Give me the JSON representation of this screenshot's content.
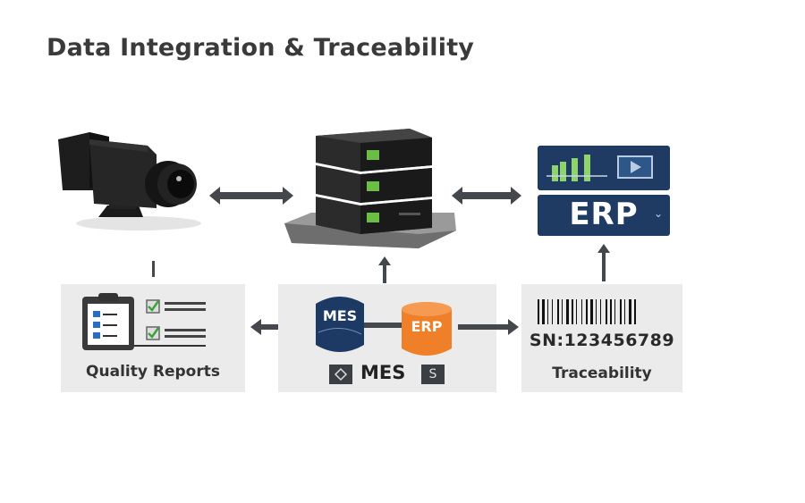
{
  "title": "Data Integration & Traceability",
  "nodes": {
    "camera": {
      "icon": "industrial-camera-icon"
    },
    "server": {
      "icon": "server-stack-icon"
    },
    "erp_dashboard": {
      "icon": "erp-dashboard-icon",
      "label": "ERP"
    }
  },
  "panels": {
    "quality_reports": {
      "label": "Quality Reports",
      "icon": "clipboard-checklist-icon"
    },
    "mes": {
      "label": "MES",
      "db_left": "MES",
      "db_right": "ERP",
      "badge_left_icon": "diamond-icon",
      "badge_right": "S"
    },
    "traceability": {
      "label": "Traceability",
      "serial": "SN:123456789",
      "icon": "barcode-icon"
    }
  },
  "colors": {
    "title": "#3a3a3a",
    "panel_bg": "#ebebeb",
    "arrow": "#44474c",
    "erp_navy": "#1f3b63",
    "mes_db": "#1d3a64",
    "erp_db": "#f07f2a",
    "chart_green": "#8fd46a"
  }
}
